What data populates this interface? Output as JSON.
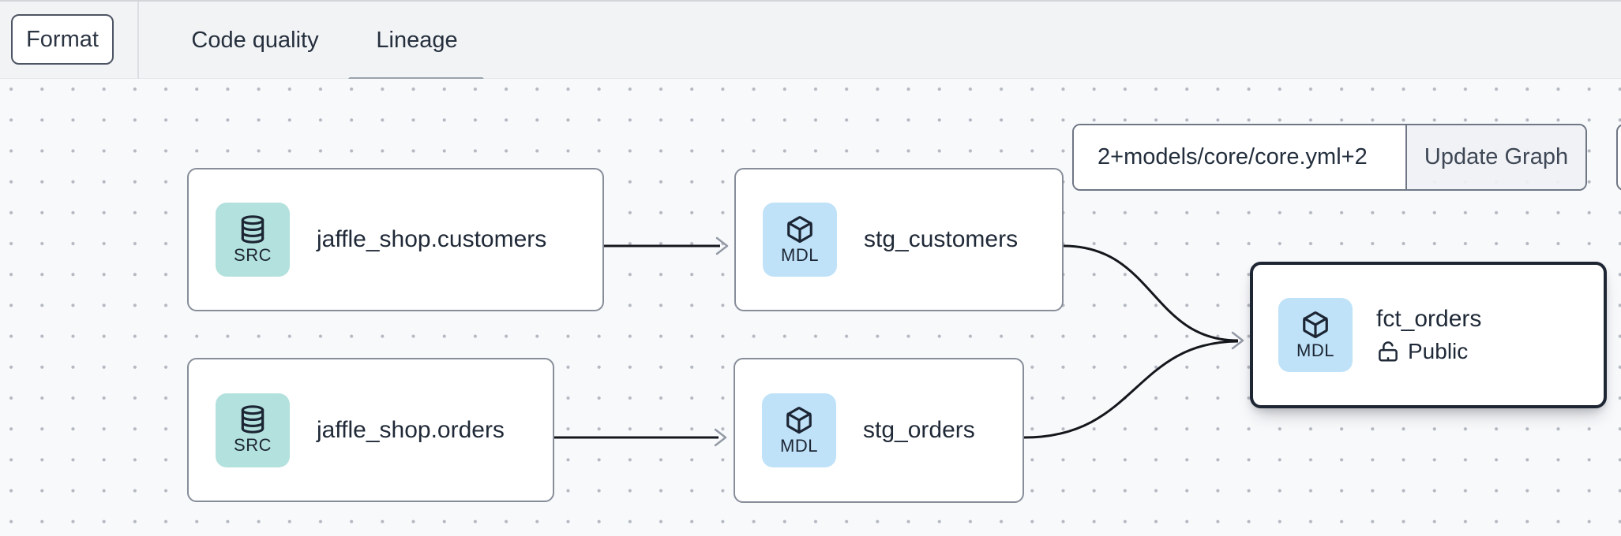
{
  "header": {
    "format_button": "Format",
    "tabs": [
      {
        "label": "Code quality",
        "active": false
      },
      {
        "label": "Lineage",
        "active": true
      }
    ]
  },
  "toolbar": {
    "selector_value": "2+models/core/core.yml+2",
    "update_button": "Update Graph"
  },
  "graph": {
    "nodes": [
      {
        "label": "jaffle_shop.customers",
        "type": "SRC",
        "icon": "database-icon",
        "selected": false
      },
      {
        "label": "stg_customers",
        "type": "MDL",
        "icon": "cube-icon",
        "selected": false
      },
      {
        "label": "jaffle_shop.orders",
        "type": "SRC",
        "icon": "database-icon",
        "selected": false
      },
      {
        "label": "stg_orders",
        "type": "MDL",
        "icon": "cube-icon",
        "selected": false
      },
      {
        "label": "fct_orders",
        "type": "MDL",
        "icon": "cube-icon",
        "access": "Public",
        "access_icon": "unlock-icon",
        "selected": true
      }
    ],
    "edges": [
      {
        "from": "jaffle_shop.customers",
        "to": "stg_customers"
      },
      {
        "from": "jaffle_shop.orders",
        "to": "stg_orders"
      },
      {
        "from": "stg_customers",
        "to": "fct_orders"
      },
      {
        "from": "stg_orders",
        "to": "fct_orders"
      }
    ]
  },
  "colors": {
    "header_bg": "#f2f3f5",
    "canvas_bg": "#f8f9fb",
    "dot_grid": "#b4b8c1",
    "node_border": "#878e9a",
    "selected_node_border": "#1e2634",
    "src_badge_bg": "#b3e1dd",
    "mdl_badge_bg": "#bfe2f8",
    "edge_stroke": "#14171c",
    "arrowhead": "#939aa5",
    "tab_underline": "#9aa1ac",
    "text_primary": "#1f2937"
  }
}
